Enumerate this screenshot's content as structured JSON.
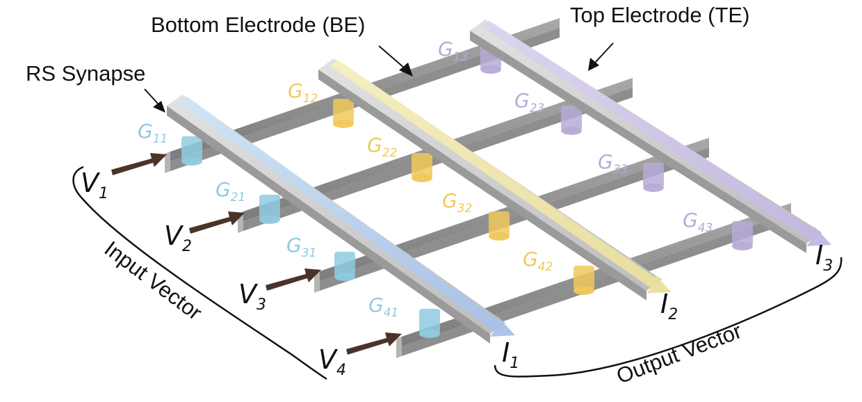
{
  "labels": {
    "rs_synapse": "RS Synapse",
    "bottom_electrode": "Bottom Electrode (BE)",
    "top_electrode": "Top Electrode (TE)",
    "input_vector": "Input Vector",
    "output_vector": "Output Vector"
  },
  "inputs": [
    {
      "base": "V",
      "sub": "1"
    },
    {
      "base": "V",
      "sub": "2"
    },
    {
      "base": "V",
      "sub": "3"
    },
    {
      "base": "V",
      "sub": "4"
    }
  ],
  "outputs": [
    {
      "base": "I",
      "sub": "1"
    },
    {
      "base": "I",
      "sub": "2"
    },
    {
      "base": "I",
      "sub": "3"
    }
  ],
  "conductance_base": "G",
  "conductances": [
    [
      "11",
      "12",
      "13"
    ],
    [
      "21",
      "22",
      "23"
    ],
    [
      "31",
      "32",
      "33"
    ],
    [
      "41",
      "42",
      "43"
    ]
  ],
  "colors": {
    "column_1": "#8ecbe0",
    "column_2": "#f0c85a",
    "column_3": "#b7aad6",
    "arrow_input": "#4a3428",
    "electrode_top": "#c9c9c9",
    "electrode_side": "#8e8e8e",
    "text": "#111111"
  }
}
